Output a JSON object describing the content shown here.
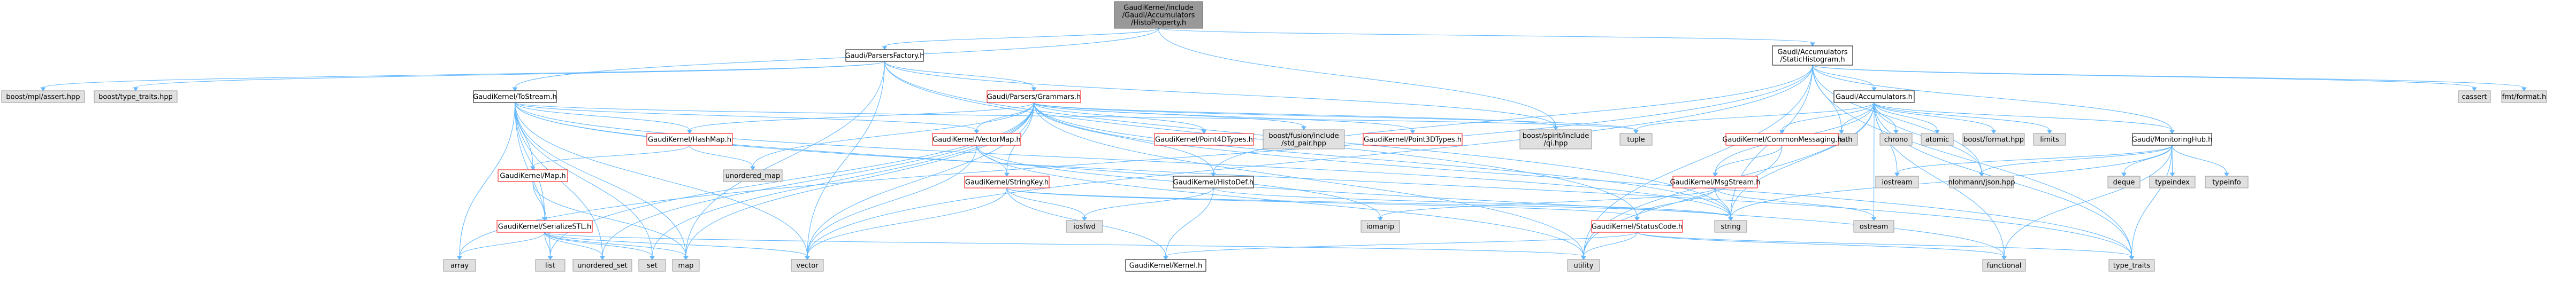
{
  "colors": {
    "edge": "#63b8ff",
    "root_fill": "#999999",
    "external_fill": "#e0e0e0",
    "incomplete_border": "#ff0000",
    "node_border": "#000000"
  },
  "nodes": [
    {
      "id": "root",
      "style": "root",
      "lines": [
        "GaudiKernel/include",
        "/Gaudi/Accumulators",
        "/HistoProperty.h"
      ]
    },
    {
      "id": "parsersfactory",
      "style": "white",
      "lines": [
        "Gaudi/ParsersFactory.h"
      ]
    },
    {
      "id": "statichisto",
      "style": "white",
      "lines": [
        "Gaudi/Accumulators",
        "/StaticHistogram.h"
      ]
    },
    {
      "id": "mpl_assert",
      "style": "gray",
      "lines": [
        "boost/mpl/assert.hpp"
      ]
    },
    {
      "id": "type_traits_hpp",
      "style": "gray",
      "lines": [
        "boost/type_traits.hpp"
      ]
    },
    {
      "id": "tostream",
      "style": "white",
      "lines": [
        "GaudiKernel/ToStream.h"
      ]
    },
    {
      "id": "grammars",
      "style": "red",
      "lines": [
        "Gaudi/Parsers/Grammars.h"
      ]
    },
    {
      "id": "accumulators",
      "style": "white",
      "lines": [
        "Gaudi/Accumulators.h"
      ]
    },
    {
      "id": "cassert",
      "style": "gray",
      "lines": [
        "cassert"
      ]
    },
    {
      "id": "fmt_format",
      "style": "gray",
      "lines": [
        "fmt/format.h"
      ]
    },
    {
      "id": "hashmap",
      "style": "red",
      "lines": [
        "GaudiKernel/HashMap.h"
      ]
    },
    {
      "id": "vectormap",
      "style": "red",
      "lines": [
        "GaudiKernel/VectorMap.h"
      ]
    },
    {
      "id": "point4d",
      "style": "red",
      "lines": [
        "GaudiKernel/Point4DTypes.h"
      ]
    },
    {
      "id": "fusion",
      "style": "gray",
      "lines": [
        "boost/fusion/include",
        "/std_pair.hpp"
      ]
    },
    {
      "id": "point3d",
      "style": "red",
      "lines": [
        "GaudiKernel/Point3DTypes.h"
      ]
    },
    {
      "id": "spirit",
      "style": "gray",
      "lines": [
        "boost/spirit/include",
        "/qi.hpp"
      ]
    },
    {
      "id": "tuple",
      "style": "gray",
      "lines": [
        "tuple"
      ]
    },
    {
      "id": "cmath",
      "style": "gray",
      "lines": [
        "cmath"
      ]
    },
    {
      "id": "chrono",
      "style": "gray",
      "lines": [
        "chrono"
      ]
    },
    {
      "id": "atomic",
      "style": "gray",
      "lines": [
        "atomic"
      ]
    },
    {
      "id": "boost_format",
      "style": "gray",
      "lines": [
        "boost/format.hpp"
      ]
    },
    {
      "id": "limits",
      "style": "gray",
      "lines": [
        "limits"
      ]
    },
    {
      "id": "commonmsg",
      "style": "red",
      "lines": [
        "GaudiKernel/CommonMessaging.h"
      ]
    },
    {
      "id": "monitoringhub",
      "style": "white",
      "lines": [
        "Gaudi/MonitoringHub.h"
      ]
    },
    {
      "id": "unordered_map",
      "style": "gray",
      "lines": [
        "unordered_map"
      ]
    },
    {
      "id": "map_h",
      "style": "red",
      "lines": [
        "GaudiKernel/Map.h"
      ]
    },
    {
      "id": "stringkey",
      "style": "red",
      "lines": [
        "GaudiKernel/StringKey.h"
      ]
    },
    {
      "id": "histodef",
      "style": "white",
      "lines": [
        "GaudiKernel/HistoDef.h"
      ]
    },
    {
      "id": "msgstream",
      "style": "red",
      "lines": [
        "GaudiKernel/MsgStream.h"
      ]
    },
    {
      "id": "iostream",
      "style": "gray",
      "lines": [
        "iostream"
      ]
    },
    {
      "id": "nlohmann",
      "style": "gray",
      "lines": [
        "nlohmann/json.hpp"
      ]
    },
    {
      "id": "deque",
      "style": "gray",
      "lines": [
        "deque"
      ]
    },
    {
      "id": "typeindex",
      "style": "gray",
      "lines": [
        "typeindex"
      ]
    },
    {
      "id": "typeinfo",
      "style": "gray",
      "lines": [
        "typeinfo"
      ]
    },
    {
      "id": "serializestl",
      "style": "red",
      "lines": [
        "GaudiKernel/SerializeSTL.h"
      ]
    },
    {
      "id": "iosfwd",
      "style": "gray",
      "lines": [
        "iosfwd"
      ]
    },
    {
      "id": "iomanip",
      "style": "gray",
      "lines": [
        "iomanip"
      ]
    },
    {
      "id": "string",
      "style": "gray",
      "lines": [
        "string"
      ]
    },
    {
      "id": "statuscode",
      "style": "red",
      "lines": [
        "GaudiKernel/StatusCode.h"
      ]
    },
    {
      "id": "ostream",
      "style": "gray",
      "lines": [
        "ostream"
      ]
    },
    {
      "id": "array",
      "style": "gray",
      "lines": [
        "array"
      ]
    },
    {
      "id": "list",
      "style": "gray",
      "lines": [
        "list"
      ]
    },
    {
      "id": "unordered_set",
      "style": "gray",
      "lines": [
        "unordered_set"
      ]
    },
    {
      "id": "set",
      "style": "gray",
      "lines": [
        "set"
      ]
    },
    {
      "id": "map",
      "style": "gray",
      "lines": [
        "map"
      ]
    },
    {
      "id": "vector",
      "style": "gray",
      "lines": [
        "vector"
      ]
    },
    {
      "id": "kernel",
      "style": "white",
      "lines": [
        "GaudiKernel/Kernel.h"
      ]
    },
    {
      "id": "utility",
      "style": "gray",
      "lines": [
        "utility"
      ]
    },
    {
      "id": "functional",
      "style": "gray",
      "lines": [
        "functional"
      ]
    },
    {
      "id": "type_traits",
      "style": "gray",
      "lines": [
        "type_traits"
      ]
    }
  ],
  "edges": [
    [
      "root",
      "parsersfactory"
    ],
    [
      "root",
      "statichisto"
    ],
    [
      "root",
      "tostream"
    ],
    [
      "root",
      "spirit"
    ],
    [
      "parsersfactory",
      "mpl_assert"
    ],
    [
      "parsersfactory",
      "type_traits_hpp"
    ],
    [
      "parsersfactory",
      "grammars"
    ],
    [
      "parsersfactory",
      "statuscode"
    ],
    [
      "parsersfactory",
      "string"
    ],
    [
      "parsersfactory",
      "map"
    ],
    [
      "parsersfactory",
      "vector"
    ],
    [
      "parsersfactory",
      "spirit"
    ],
    [
      "statichisto",
      "accumulators"
    ],
    [
      "statichisto",
      "monitoringhub"
    ],
    [
      "statichisto",
      "histodef"
    ],
    [
      "statichisto",
      "cassert"
    ],
    [
      "statichisto",
      "fmt_format"
    ],
    [
      "statichisto",
      "cmath"
    ],
    [
      "statichisto",
      "array"
    ],
    [
      "statichisto",
      "string"
    ],
    [
      "statichisto",
      "type_traits"
    ],
    [
      "statichisto",
      "utility"
    ],
    [
      "statichisto",
      "vector"
    ],
    [
      "statichisto",
      "nlohmann"
    ],
    [
      "tostream",
      "hashmap"
    ],
    [
      "tostream",
      "map_h"
    ],
    [
      "tostream",
      "serializestl"
    ],
    [
      "tostream",
      "vectormap"
    ],
    [
      "tostream",
      "array"
    ],
    [
      "tostream",
      "list"
    ],
    [
      "tostream",
      "unordered_set"
    ],
    [
      "tostream",
      "set"
    ],
    [
      "tostream",
      "map"
    ],
    [
      "tostream",
      "vector"
    ],
    [
      "tostream",
      "iomanip"
    ],
    [
      "tostream",
      "string"
    ],
    [
      "tostream",
      "tuple"
    ],
    [
      "tostream",
      "type_traits"
    ],
    [
      "grammars",
      "hashmap"
    ],
    [
      "grammars",
      "vectormap"
    ],
    [
      "grammars",
      "point4d"
    ],
    [
      "grammars",
      "fusion"
    ],
    [
      "grammars",
      "point3d"
    ],
    [
      "grammars",
      "stringkey"
    ],
    [
      "grammars",
      "histodef"
    ],
    [
      "grammars",
      "spirit"
    ],
    [
      "grammars",
      "tuple"
    ],
    [
      "grammars",
      "list"
    ],
    [
      "grammars",
      "map"
    ],
    [
      "grammars",
      "set"
    ],
    [
      "grammars",
      "string"
    ],
    [
      "grammars",
      "unordered_map"
    ],
    [
      "grammars",
      "unordered_set"
    ],
    [
      "grammars",
      "vector"
    ],
    [
      "grammars",
      "type_traits"
    ],
    [
      "grammars",
      "utility"
    ],
    [
      "accumulators",
      "commonmsg"
    ],
    [
      "accumulators",
      "monitoringhub"
    ],
    [
      "accumulators",
      "msgstream"
    ],
    [
      "accumulators",
      "cmath"
    ],
    [
      "accumulators",
      "chrono"
    ],
    [
      "accumulators",
      "atomic"
    ],
    [
      "accumulators",
      "boost_format"
    ],
    [
      "accumulators",
      "limits"
    ],
    [
      "accumulators",
      "iostream"
    ],
    [
      "accumulators",
      "nlohmann"
    ],
    [
      "accumulators",
      "tuple"
    ],
    [
      "accumulators",
      "type_traits"
    ],
    [
      "accumulators",
      "utility"
    ],
    [
      "accumulators",
      "string"
    ],
    [
      "accumulators",
      "functional"
    ],
    [
      "accumulators",
      "ostream"
    ],
    [
      "hashmap",
      "unordered_map"
    ],
    [
      "hashmap",
      "map_h"
    ],
    [
      "vectormap",
      "stringkey"
    ],
    [
      "vectormap",
      "vector"
    ],
    [
      "vectormap",
      "utility"
    ],
    [
      "vectormap",
      "functional"
    ],
    [
      "map_h",
      "serializestl"
    ],
    [
      "map_h",
      "map"
    ],
    [
      "stringkey",
      "iosfwd"
    ],
    [
      "stringkey",
      "string"
    ],
    [
      "stringkey",
      "kernel"
    ],
    [
      "stringkey",
      "statuscode"
    ],
    [
      "stringkey",
      "vector"
    ],
    [
      "histodef",
      "iosfwd"
    ],
    [
      "histodef",
      "string"
    ],
    [
      "histodef",
      "kernel"
    ],
    [
      "commonmsg",
      "msgstream"
    ],
    [
      "commonmsg",
      "utility"
    ],
    [
      "monitoringhub",
      "iostream"
    ],
    [
      "monitoringhub",
      "nlohmann"
    ],
    [
      "monitoringhub",
      "deque"
    ],
    [
      "monitoringhub",
      "typeindex"
    ],
    [
      "monitoringhub",
      "typeinfo"
    ],
    [
      "monitoringhub",
      "functional"
    ],
    [
      "monitoringhub",
      "string"
    ],
    [
      "monitoringhub",
      "type_traits"
    ],
    [
      "msgstream",
      "iomanip"
    ],
    [
      "msgstream",
      "string"
    ],
    [
      "msgstream",
      "ostream"
    ],
    [
      "msgstream",
      "statuscode"
    ],
    [
      "serializestl",
      "array"
    ],
    [
      "serializestl",
      "list"
    ],
    [
      "serializestl",
      "unordered_set"
    ],
    [
      "serializestl",
      "set"
    ],
    [
      "serializestl",
      "map"
    ],
    [
      "serializestl",
      "vector"
    ],
    [
      "serializestl",
      "utility"
    ],
    [
      "statuscode",
      "kernel"
    ],
    [
      "statuscode",
      "utility"
    ],
    [
      "statuscode",
      "functional"
    ],
    [
      "statuscode",
      "type_traits"
    ]
  ]
}
